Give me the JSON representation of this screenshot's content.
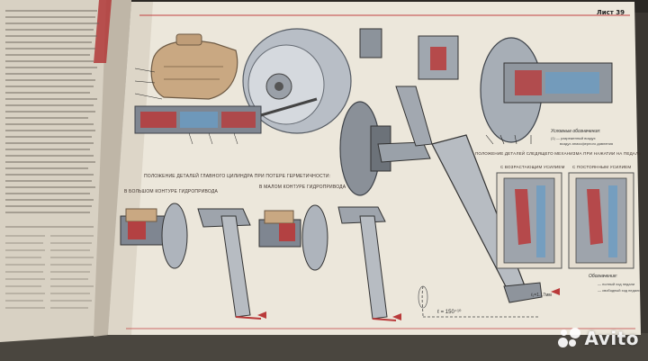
{
  "photo": {
    "sheet_label": "Лист 39",
    "caption_master_cylinder": "Положение деталей главного цилиндра при потере герметичности:",
    "caption_large_circuit": "в большом контуре гидропривода",
    "caption_small_circuit": "в малом контуре гидропривода",
    "caption_follower": "Положение деталей следящего механизма при нажатии на педаль",
    "caption_increasing": "с возрастающим усилием",
    "caption_constant": "с постоянным усилием",
    "legend_title": "Условные обозначения:",
    "legend_line_1": "(1) — разреженный воздух",
    "legend_line_2": "воздух атмосферного давления",
    "notation_title": "Обозначения:",
    "notation_1": "— полный ход педали",
    "notation_2": "— свободный ход педали",
    "dimension_label": "ℓ = 150⁺¹⁰",
    "dimension_label_2": "ℓ₁=1...7мм"
  },
  "watermark": {
    "text": "Avito"
  },
  "colors": {
    "paper": "#ece7db",
    "left_page": "#d9d2c6",
    "fluid_red": "#b93a3a",
    "reservoir_tan": "#c9a882",
    "steel_gray": "#7f8691",
    "background": "#3a3631"
  }
}
